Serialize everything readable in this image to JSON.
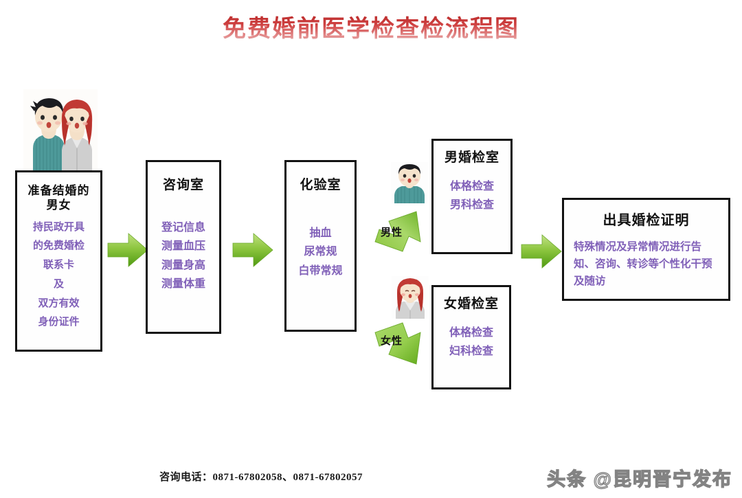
{
  "page": {
    "title": "免费婚前医学检查检流程图",
    "title_color": "#c0282d",
    "background": "#ffffff"
  },
  "colors": {
    "box_border": "#121212",
    "box_title_text": "#111111",
    "box_body_text": "#8060b8",
    "arrow_green_light": "#a9d86a",
    "arrow_green_dark": "#57a214"
  },
  "flow": {
    "nodes": [
      {
        "id": "prepare-couple",
        "title": "准备结婚的\n男女",
        "title_lines": [
          "准备结婚的",
          "男女"
        ],
        "lines": [
          "持民政开具",
          "的免费婚检",
          "联系卡",
          "及",
          "双方有效",
          "身份证件"
        ],
        "illustration": "couple-avatar"
      },
      {
        "id": "consulting-room",
        "title": "咨询室",
        "lines": [
          "登记信息",
          "测量血压",
          "测量身高",
          "测量体重"
        ]
      },
      {
        "id": "laboratory-room",
        "title": "化验室",
        "lines": [
          "抽血",
          "尿常规",
          "白带常规"
        ]
      },
      {
        "id": "male-exam-room",
        "title": "男婚检室",
        "lines": [
          "体格检查",
          "男科检查"
        ],
        "illustration": "male-avatar"
      },
      {
        "id": "female-exam-room",
        "title": "女婚检室",
        "lines": [
          "体格检查",
          "妇科检查"
        ],
        "illustration": "female-avatar"
      },
      {
        "id": "issue-certificate",
        "title": "出具婚检证明",
        "paragraph": "特殊情况及异常情况进行告知、咨询、转诊等个性化干预及随访"
      }
    ],
    "arrows": [
      {
        "id": "arrow-1",
        "label": "",
        "direction": "right"
      },
      {
        "id": "arrow-2",
        "label": "",
        "direction": "right"
      },
      {
        "id": "arrow-male",
        "label": "男性",
        "direction": "up-right"
      },
      {
        "id": "arrow-female",
        "label": "女性",
        "direction": "down-right"
      },
      {
        "id": "arrow-final",
        "label": "",
        "direction": "right"
      }
    ]
  },
  "footer": {
    "phone_text": "咨询电话：0871-67802058、0871-67802057",
    "watermark": "头条 @昆明晋宁发布"
  }
}
